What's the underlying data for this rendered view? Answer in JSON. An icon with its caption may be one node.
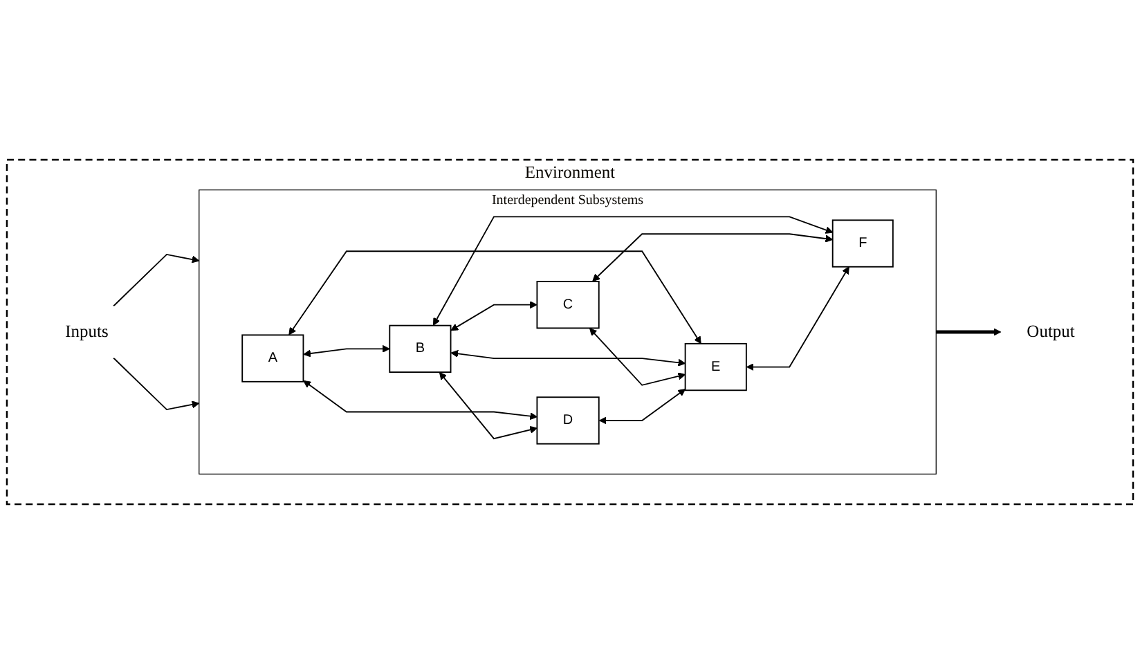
{
  "diagram": {
    "nodes": [
      {
        "text": [
          "Environment"
        ]
      },
      {
        "text": [
          "Inputs"
        ],
        "in": 0
      },
      {
        "text": [
          "Interdependent Subsystems"
        ],
        "in": 0
      },
      {
        "text": [
          "A"
        ],
        "in": 2
      },
      {
        "text": [
          "B"
        ],
        "in": 2
      },
      {
        "text": [
          "C"
        ],
        "in": 2
      },
      {
        "text": [
          "D"
        ],
        "in": 2
      },
      {
        "text": [
          "E"
        ],
        "in": 2
      },
      {
        "text": [
          "F"
        ],
        "in": 2
      },
      {
        "text": [
          "Output"
        ],
        "in": 0
      }
    ],
    "edges": [
      {
        "from": 1,
        "to": 2,
        "arrow": "to"
      },
      {
        "from": 1,
        "to": 2,
        "arrow": "to"
      },
      {
        "from": 3,
        "to": 4,
        "arrow": "both"
      },
      {
        "from": 4,
        "to": 5,
        "arrow": "both"
      },
      {
        "from": 3,
        "to": 6,
        "arrow": "both"
      },
      {
        "from": 3,
        "to": 7,
        "arrow": "both"
      },
      {
        "from": 4,
        "to": 6,
        "arrow": "both"
      },
      {
        "from": 4,
        "to": 7,
        "arrow": "both"
      },
      {
        "from": 4,
        "to": 8,
        "arrow": "both"
      },
      {
        "from": 5,
        "to": 7,
        "arrow": "both"
      },
      {
        "from": 5,
        "to": 8,
        "arrow": "both"
      },
      {
        "from": 6,
        "to": 7,
        "arrow": "both"
      },
      {
        "from": 7,
        "to": 8,
        "arrow": "both"
      },
      {
        "from": 2,
        "to": 9,
        "arrow": "to",
        "style": "thick"
      }
    ]
  }
}
